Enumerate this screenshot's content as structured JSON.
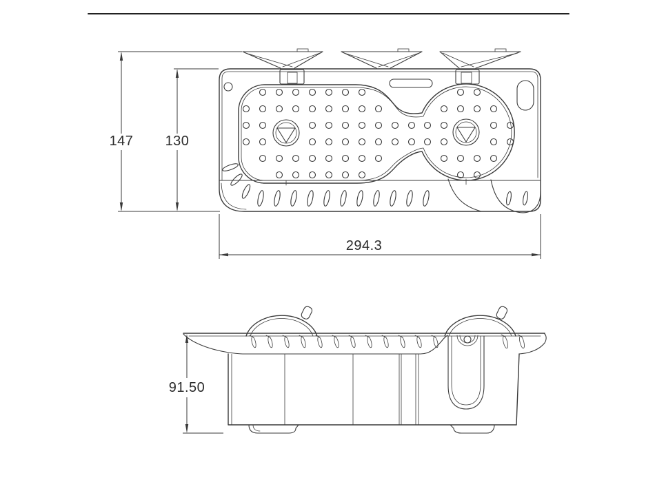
{
  "colors": {
    "background": "#ffffff",
    "line": "#3a3a3a",
    "text": "#2b2b2b"
  },
  "drawing": {
    "dimensions": {
      "overall_height": "147",
      "body_height": "130",
      "overall_width": "294.3",
      "profile_height": "91.50"
    }
  }
}
